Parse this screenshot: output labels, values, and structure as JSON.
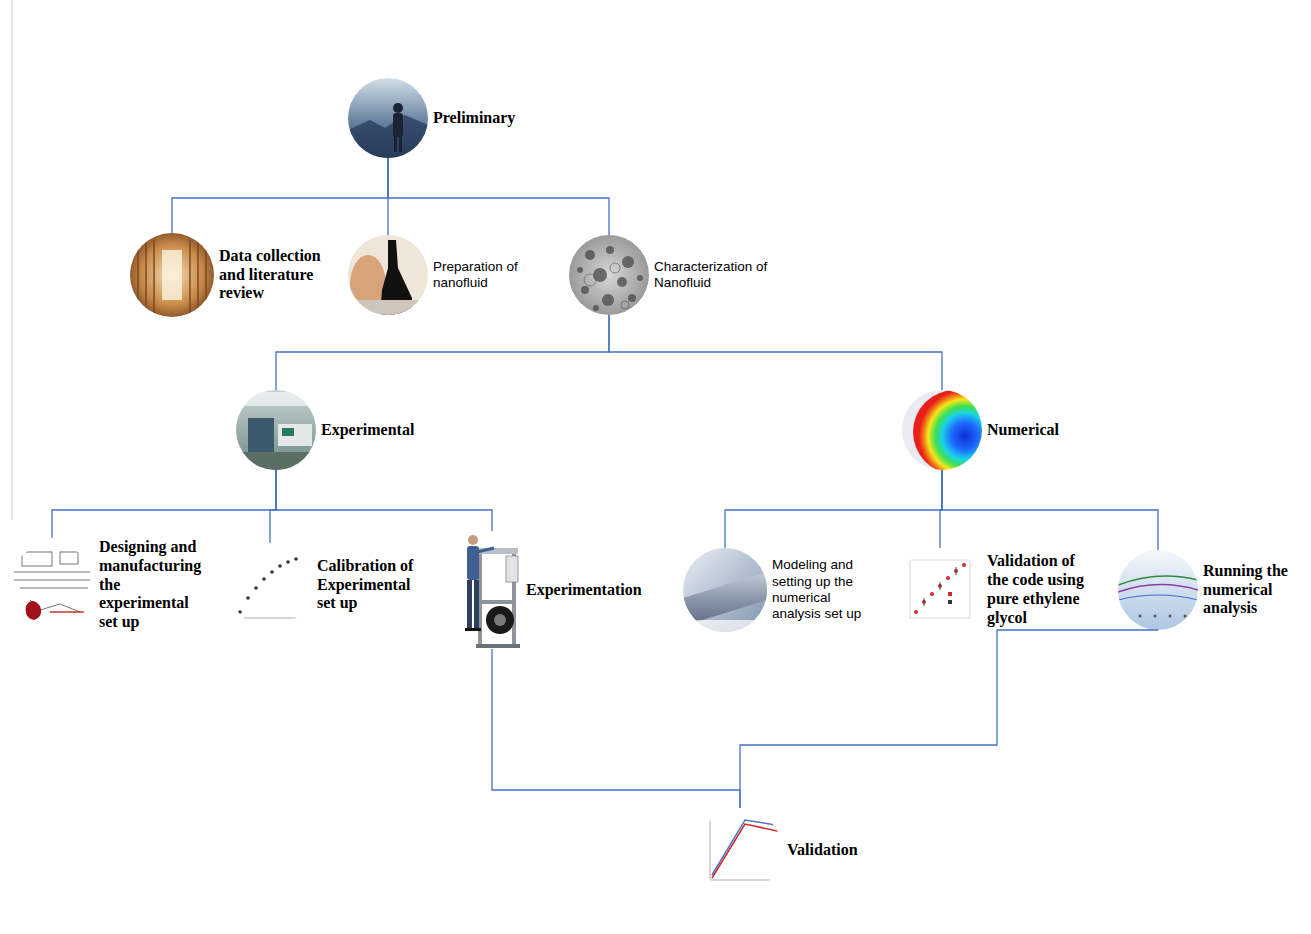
{
  "diagram": {
    "nodes": [
      {
        "text": [
          "Preliminary"
        ]
      },
      {
        "text": [
          "Data collection and literature review"
        ]
      },
      {
        "text": [
          "Preparation of nanofluid"
        ]
      },
      {
        "text": [
          "Characterization of Nanofluid"
        ]
      },
      {
        "text": [
          "Experimental"
        ]
      },
      {
        "text": [
          "Numerical"
        ]
      },
      {
        "text": [
          "Designing and manufacturing the experimental set up"
        ]
      },
      {
        "text": [
          "Calibration of Experimental set up"
        ]
      },
      {
        "text": [
          "Experimentation"
        ]
      },
      {
        "text": [
          "Modeling and setting up the numerical analysis set up"
        ]
      },
      {
        "text": [
          "Validation of the code using pure ethylene glycol"
        ]
      },
      {
        "text": [
          "Running the numerical analysis"
        ]
      },
      {
        "text": [
          "Validation"
        ]
      }
    ],
    "edges": [
      {
        "from": 0,
        "to": 1,
        "arrow": "none"
      },
      {
        "from": 0,
        "to": 2,
        "arrow": "none"
      },
      {
        "from": 0,
        "to": 3,
        "arrow": "none"
      },
      {
        "from": 3,
        "to": 4,
        "arrow": "none"
      },
      {
        "from": 3,
        "to": 5,
        "arrow": "none"
      },
      {
        "from": 4,
        "to": 6,
        "arrow": "none"
      },
      {
        "from": 4,
        "to": 7,
        "arrow": "none"
      },
      {
        "from": 4,
        "to": 8,
        "arrow": "none"
      },
      {
        "from": 5,
        "to": 9,
        "arrow": "none"
      },
      {
        "from": 5,
        "to": 10,
        "arrow": "none"
      },
      {
        "from": 5,
        "to": 11,
        "arrow": "none"
      },
      {
        "from": 8,
        "to": 12,
        "arrow": "none"
      },
      {
        "from": 11,
        "to": 12,
        "arrow": "none"
      }
    ]
  }
}
